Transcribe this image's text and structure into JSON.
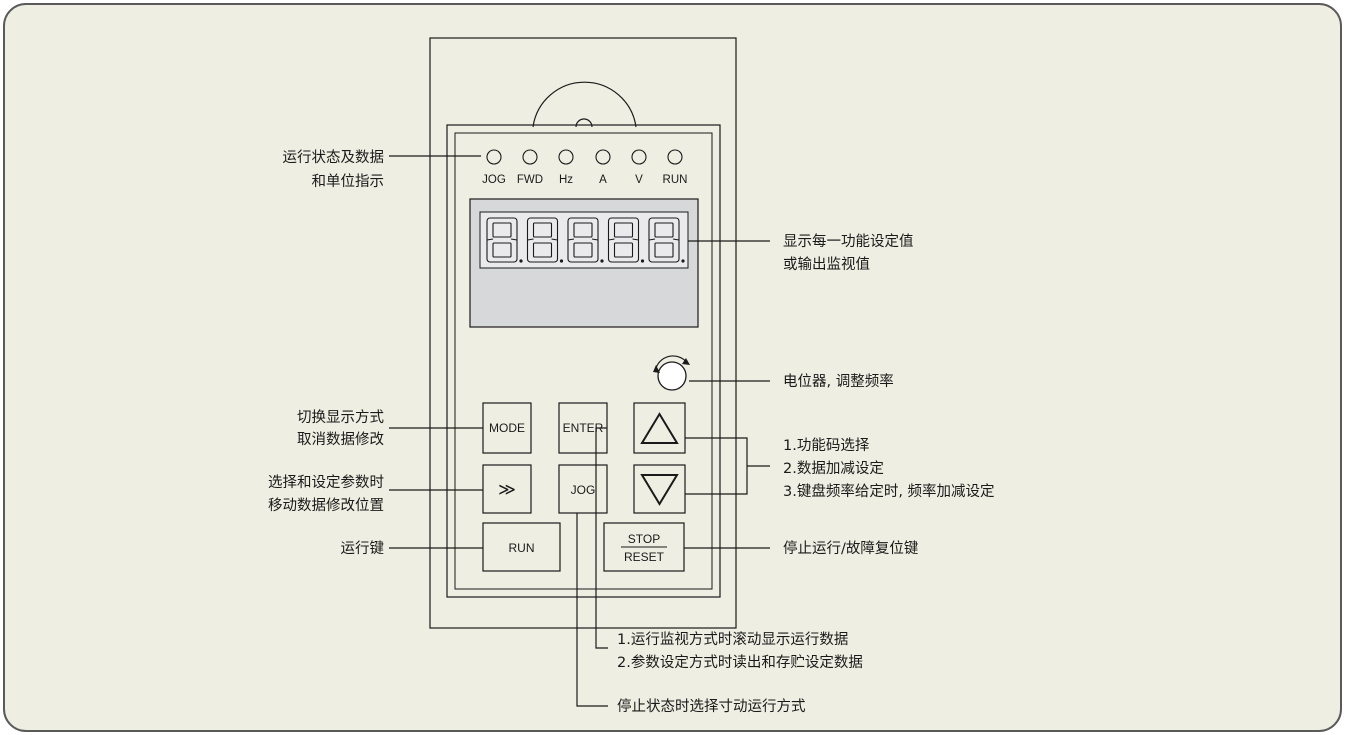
{
  "indicators": {
    "labels": [
      "JOG",
      "FWD",
      "Hz",
      "A",
      "V",
      "RUN"
    ]
  },
  "display": {
    "digit_count": 5
  },
  "keys": {
    "mode": "MODE",
    "enter": "ENTER",
    "shift": "≫",
    "jog": "JOG",
    "run": "RUN",
    "stop": "STOP",
    "reset": "RESET"
  },
  "callouts": {
    "status_line1": "运行状态及数据",
    "status_line2": "和单位指示",
    "display_line1": "显示每一功能设定值",
    "display_line2": "或输出监视值",
    "pot": "电位器, 调整频率",
    "mode_line1": "切换显示方式",
    "mode_line2": "取消数据修改",
    "shift_line1": "选择和设定参数时",
    "shift_line2": "移动数据修改位置",
    "updown_line1": "1.功能码选择",
    "updown_line2": "2.数据加减设定",
    "updown_line3": "3.键盘频率给定时, 频率加减设定",
    "run": "运行键",
    "stop": "停止运行/故障复位键",
    "enter_line1": "1.运行监视方式时滚动显示运行数据",
    "enter_line2": "2.参数设定方式时读出和存贮设定数据",
    "jog": "停止状态时选择寸动运行方式"
  },
  "colors": {
    "background": "#efeee2",
    "frame": "#5a5a5a",
    "display_panel": "#d7d8da",
    "line": "#1a1a1a"
  }
}
